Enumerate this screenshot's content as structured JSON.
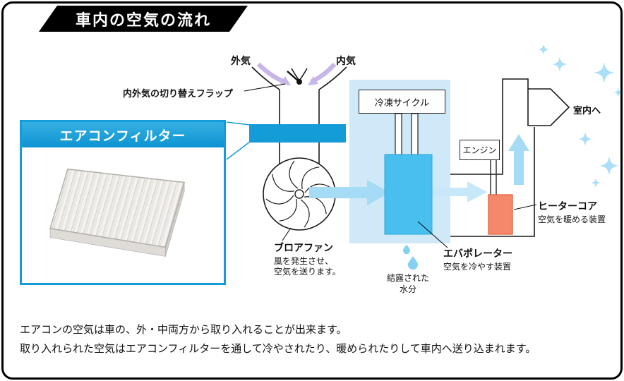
{
  "header": {
    "title": "車内の空気の流れ"
  },
  "filter_box": {
    "title": "エアコンフィルター"
  },
  "labels": {
    "outside_air": "外気",
    "inside_air": "内気",
    "flap": "内外気の切り替えフラップ",
    "refrigeration_cycle": "冷凍サイクル",
    "engine": "エンジン",
    "to_cabin": "室内へ"
  },
  "blower": {
    "title": "ブロアファン",
    "desc_line1": "風を発生させ、",
    "desc_line2": "空気を送ります。"
  },
  "condensation": {
    "line1": "結露された",
    "line2": "水分"
  },
  "evaporator": {
    "title": "エバポレーター",
    "desc": "空気を冷やす装置"
  },
  "heater": {
    "title": "ヒーターコア",
    "desc": "空気を暖める装置"
  },
  "footer": {
    "line1": "エアコンの空気は車の、外・中両方から取り入れることが出来ます。",
    "line2": "取り入れられた空気はエアコンフィルターを通して冷やされたり、暖められたりして車内へ送り込まれます。"
  },
  "colors": {
    "accent": "#149cd8",
    "light_region": "#cfe9f8",
    "evaporator": "#48bfee",
    "heater": "#f5876b",
    "heater_border": "#e2653f",
    "arrow": "#a6dbf5",
    "arrow_light": "#c6e8f9",
    "purple": "#c7b7e6",
    "sparkle": "#abdff7",
    "drop": "#86d0f1"
  }
}
